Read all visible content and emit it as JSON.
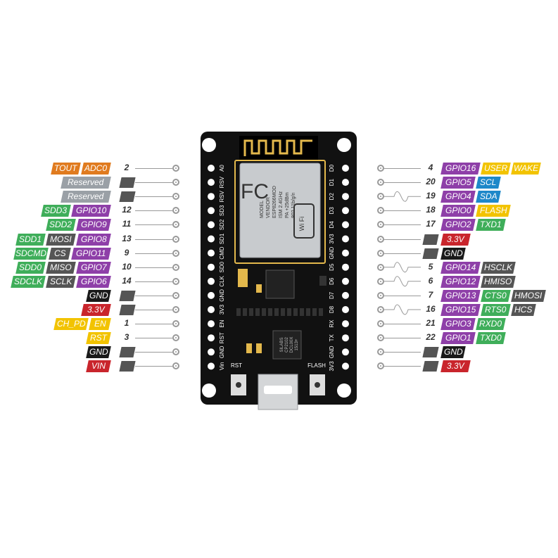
{
  "colors": {
    "orange": "#e07b1f",
    "gray": "#9aa0a6",
    "green": "#3fae5a",
    "purple": "#8e3fa8",
    "darkgray": "#555555",
    "black": "#1a1a1a",
    "red": "#c9252c",
    "yellow": "#f2c300",
    "blue": "#1e88c9",
    "board": "#111111"
  },
  "left_rows": [
    {
      "pin": "2",
      "labels": [
        {
          "t": "TOUT",
          "c": "orange"
        },
        {
          "t": "ADC0",
          "c": "orange"
        }
      ]
    },
    {
      "pin": "",
      "labels": [
        {
          "t": "Reserved",
          "c": "gray"
        }
      ]
    },
    {
      "pin": "",
      "labels": [
        {
          "t": "Reserved",
          "c": "gray"
        }
      ]
    },
    {
      "pin": "12",
      "labels": [
        {
          "t": "SDD3",
          "c": "green"
        },
        {
          "t": "GPIO10",
          "c": "purple"
        }
      ]
    },
    {
      "pin": "11",
      "labels": [
        {
          "t": "SDD2",
          "c": "green"
        },
        {
          "t": "GPIO9",
          "c": "purple"
        }
      ]
    },
    {
      "pin": "13",
      "labels": [
        {
          "t": "SDD1",
          "c": "green"
        },
        {
          "t": "MOSI",
          "c": "darkgray"
        },
        {
          "t": "GPIO8",
          "c": "purple"
        }
      ]
    },
    {
      "pin": "9",
      "labels": [
        {
          "t": "SDCMD",
          "c": "green"
        },
        {
          "t": "CS",
          "c": "darkgray"
        },
        {
          "t": "GPIO11",
          "c": "purple"
        }
      ]
    },
    {
      "pin": "10",
      "labels": [
        {
          "t": "SDD0",
          "c": "green"
        },
        {
          "t": "MISO",
          "c": "darkgray"
        },
        {
          "t": "GPIO7",
          "c": "purple"
        }
      ]
    },
    {
      "pin": "14",
      "labels": [
        {
          "t": "SDCLK",
          "c": "green"
        },
        {
          "t": "SCLK",
          "c": "darkgray"
        },
        {
          "t": "GPIO6",
          "c": "purple"
        }
      ]
    },
    {
      "pin": "",
      "labels": [
        {
          "t": "GND",
          "c": "black"
        }
      ]
    },
    {
      "pin": "",
      "labels": [
        {
          "t": "3.3V",
          "c": "red"
        }
      ]
    },
    {
      "pin": "1",
      "labels": [
        {
          "t": "CH_PD",
          "c": "yellow"
        },
        {
          "t": "EN",
          "c": "yellow"
        }
      ]
    },
    {
      "pin": "3",
      "labels": [
        {
          "t": "RST",
          "c": "yellow"
        }
      ]
    },
    {
      "pin": "",
      "labels": [
        {
          "t": "GND",
          "c": "black"
        }
      ]
    },
    {
      "pin": "",
      "labels": [
        {
          "t": "VIN",
          "c": "red"
        }
      ]
    }
  ],
  "right_rows": [
    {
      "pin": "4",
      "labels": [
        {
          "t": "GPIO16",
          "c": "purple"
        },
        {
          "t": "USER",
          "c": "yellow"
        },
        {
          "t": "WAKE",
          "c": "yellow"
        }
      ]
    },
    {
      "pin": "20",
      "labels": [
        {
          "t": "GPIO5",
          "c": "purple"
        },
        {
          "t": "SCL",
          "c": "blue"
        }
      ]
    },
    {
      "pin": "19",
      "labels": [
        {
          "t": "GPIO4",
          "c": "purple"
        },
        {
          "t": "SDA",
          "c": "blue"
        }
      ]
    },
    {
      "pin": "18",
      "labels": [
        {
          "t": "GPIO0",
          "c": "purple"
        },
        {
          "t": "FLASH",
          "c": "yellow"
        }
      ]
    },
    {
      "pin": "17",
      "labels": [
        {
          "t": "GPIO2",
          "c": "purple"
        },
        {
          "t": "TXD1",
          "c": "green"
        }
      ]
    },
    {
      "pin": "",
      "labels": [
        {
          "t": "3.3V",
          "c": "red"
        }
      ]
    },
    {
      "pin": "",
      "labels": [
        {
          "t": "GND",
          "c": "black"
        }
      ]
    },
    {
      "pin": "5",
      "labels": [
        {
          "t": "GPIO14",
          "c": "purple"
        },
        {
          "t": "HSCLK",
          "c": "darkgray"
        }
      ]
    },
    {
      "pin": "6",
      "labels": [
        {
          "t": "GPIO12",
          "c": "purple"
        },
        {
          "t": "HMISO",
          "c": "darkgray"
        }
      ]
    },
    {
      "pin": "7",
      "labels": [
        {
          "t": "GPIO13",
          "c": "purple"
        },
        {
          "t": "CTS0",
          "c": "green"
        },
        {
          "t": "HMOSI",
          "c": "darkgray"
        }
      ]
    },
    {
      "pin": "16",
      "labels": [
        {
          "t": "GPIO15",
          "c": "purple"
        },
        {
          "t": "RTS0",
          "c": "green"
        },
        {
          "t": "HCS",
          "c": "darkgray"
        }
      ]
    },
    {
      "pin": "21",
      "labels": [
        {
          "t": "GPIO3",
          "c": "purple"
        },
        {
          "t": "RXD0",
          "c": "green"
        }
      ]
    },
    {
      "pin": "22",
      "labels": [
        {
          "t": "GPIO1",
          "c": "purple"
        },
        {
          "t": "TXD0",
          "c": "green"
        }
      ]
    },
    {
      "pin": "",
      "labels": [
        {
          "t": "GND",
          "c": "black"
        }
      ]
    },
    {
      "pin": "",
      "labels": [
        {
          "t": "3.3V",
          "c": "red"
        }
      ]
    }
  ],
  "wavy_right": [
    2,
    7,
    8,
    10
  ],
  "board_left_pins": [
    "A0",
    "RSV",
    "RSV",
    "SD3",
    "SD2",
    "SD1",
    "CMD",
    "SD0",
    "CLK",
    "GND",
    "3V3",
    "EN",
    "RST",
    "GND",
    "Vin"
  ],
  "board_right_pins": [
    "D0",
    "D1",
    "D2",
    "D3",
    "D4",
    "3V3",
    "GND",
    "D5",
    "D6",
    "D7",
    "D8",
    "RX",
    "TX",
    "GND",
    "3V3"
  ],
  "board_text": {
    "module_lines": [
      "MODEL",
      "VENDOR",
      "ESP8266MOD",
      "ISM 2.4GHz",
      "PA +25dBm",
      "802.11b/g/n"
    ],
    "fcc": "FC",
    "wifi": "Wi Fi",
    "rst_label": "RST",
    "flash_label": "FLASH",
    "chip_lines": [
      "SILABS",
      "CP2102",
      "DCL00X",
      "1513+"
    ]
  }
}
